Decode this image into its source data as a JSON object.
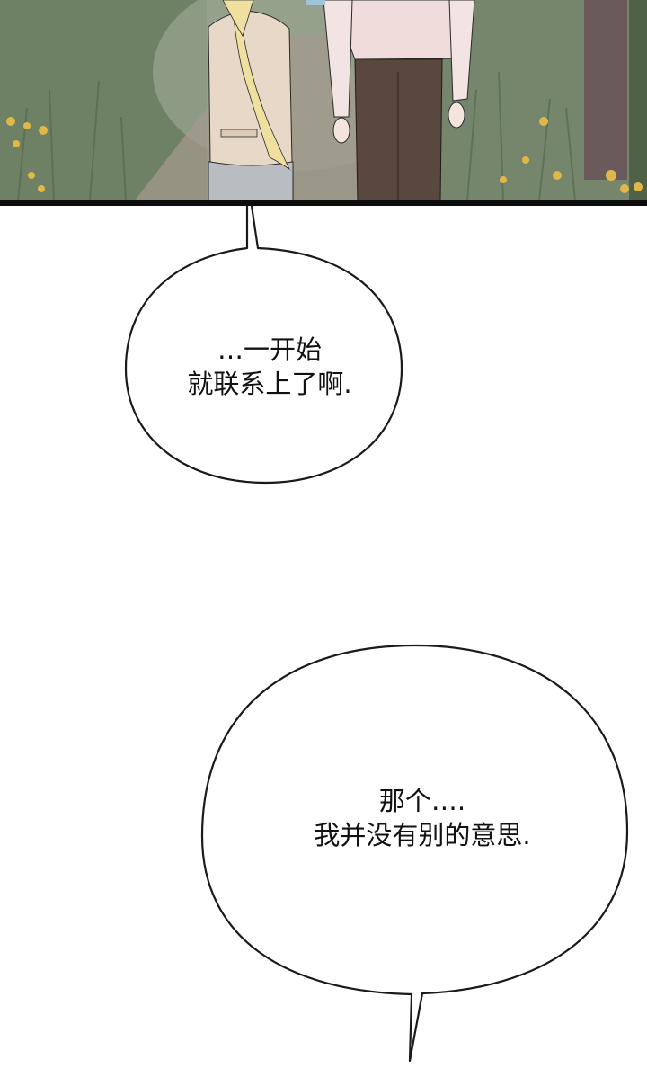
{
  "comic": {
    "panel": {
      "description": "Two figures walking away on a forest path, a blonde woman with a long braid and a man in a pink shirt and brown trousers",
      "colors": {
        "foliage": "#7d8c74",
        "path": "#a39a8e",
        "woman_top": "#e8d8c8",
        "woman_skirt": "#b9bcc0",
        "hair": "#efe0a0",
        "man_shirt": "#f1dcdc",
        "man_trousers": "#5a4740",
        "flowers": "#e0b84a",
        "tree_trunk": "#6a5a5c",
        "border": "#0d0d0d"
      }
    },
    "bubbles": [
      {
        "lines": [
          "…一开始",
          "就联系上了啊."
        ]
      },
      {
        "lines": [
          "那个….",
          "我并没有别的意思."
        ]
      }
    ]
  }
}
